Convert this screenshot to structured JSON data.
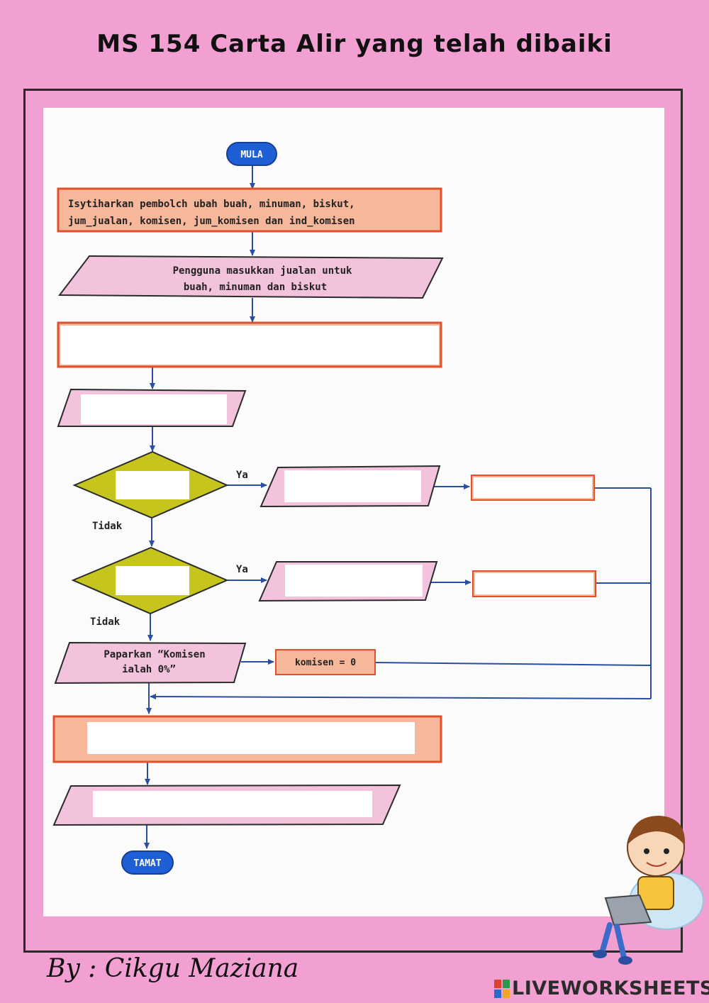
{
  "title": "MS 154 Carta Alir yang telah dibaiki",
  "author": "By : Cikgu Maziana",
  "brand": "LIVEWORKSHEETS",
  "flowchart": {
    "start": "MULA",
    "declare": [
      "Isytiharkan pembolch ubah buah, minuman, biskut,",
      "jum_jualan, komisen, jum_komisen dan ind_komisen"
    ],
    "input": [
      "Pengguna masukkan jualan untuk",
      "buah, minuman dan biskut"
    ],
    "yes1": "Ya",
    "no1": "Tidak",
    "yes2": "Ya",
    "no2": "Tidak",
    "display_zero": [
      "Paparkan “Komisen",
      "ialah 0%”"
    ],
    "commission_zero": "komisen = 0",
    "end": "TAMAT"
  },
  "colors": {
    "background": "#f29fd2",
    "process_fill": "#f7b79a",
    "process_stroke": "#e0502a",
    "io_fill": "#f3c3dd",
    "decision_fill": "#c6c51e",
    "terminal_fill": "#1f5fd6",
    "arrow": "#2a4fa0"
  }
}
